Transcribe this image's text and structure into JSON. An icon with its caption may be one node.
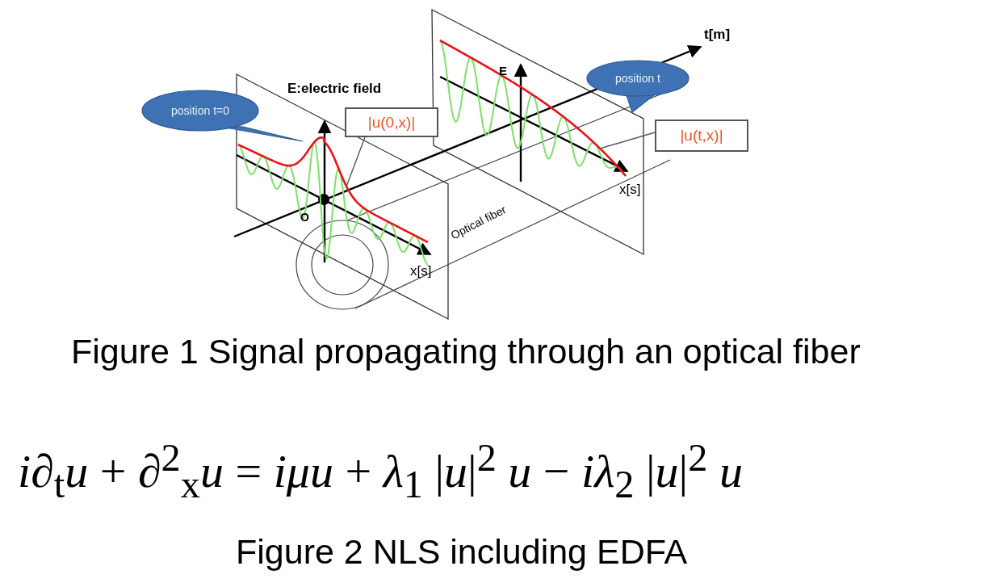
{
  "diagram": {
    "nodes": [
      {
        "text": [
          "position t=0"
        ]
      },
      {
        "text": [
          "|u(0,x)|"
        ]
      },
      {
        "text": [],
        "shape": "curve"
      },
      {
        "text": [
          "position t"
        ]
      },
      {
        "text": [
          "|u(t,x)|"
        ]
      },
      {
        "text": [],
        "shape": "curve"
      }
    ],
    "edges": [
      {
        "from": 1,
        "to": 2,
        "arrow": "none"
      },
      {
        "from": 4,
        "to": 5,
        "arrow": "none"
      }
    ],
    "labels": [
      "t[m]",
      "E",
      "E:electric field",
      "O",
      "Optical fiber",
      "x[s]",
      "x[s]",
      "Figure 1 Signal propagating through an optical fiber",
      "*i*∂$_{t}$*u* + ∂$^{2}$$_{x}$*u* = *iμu* + *λ*$_{1}$ |*u*|$^{2}$ *u* − *iλ*$_{2}$ |*u*|$^{2}$ *u*",
      "Figure 2 NLS including EDFA"
    ]
  }
}
